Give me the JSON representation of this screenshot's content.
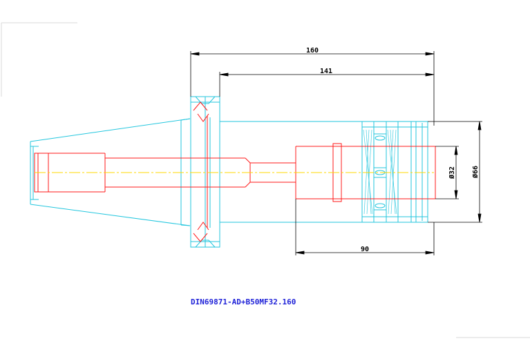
{
  "dimensions": {
    "overall_length": "160",
    "chuck_length": "141",
    "nose_length": "90",
    "bore_diameter": "Ø32",
    "outer_diameter": "Ø66"
  },
  "caption": "DIN69871-AD+B50MF32.160",
  "colors": {
    "outline": "#22c6de",
    "hidden": "#ff1a1a",
    "centerline": "#ffd800",
    "dimension": "#000000",
    "caption": "#1f22d8"
  }
}
